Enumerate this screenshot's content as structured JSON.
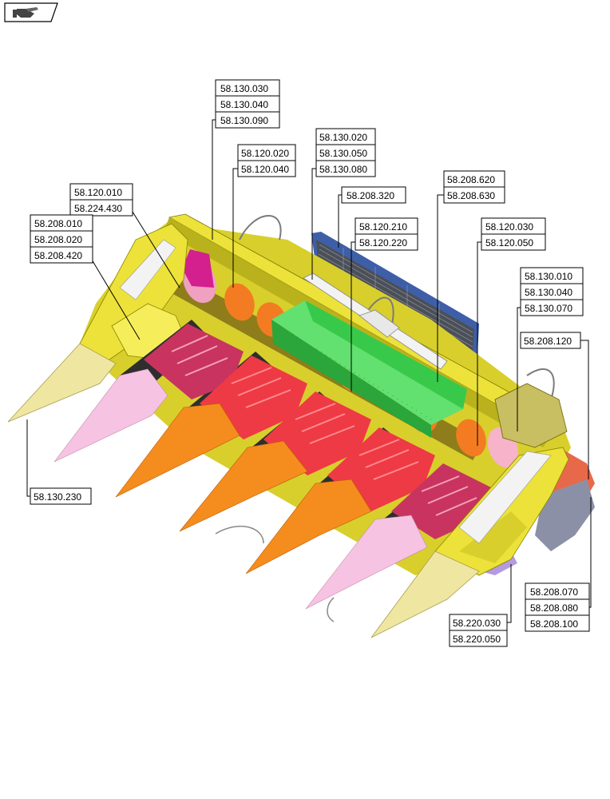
{
  "toolbar": {
    "nav_icon": "hand-pointer-icon"
  },
  "callouts": [
    {
      "id": "c1",
      "codes": [
        "58.130.030",
        "58.130.040",
        "58.130.090"
      ]
    },
    {
      "id": "c2",
      "codes": [
        "58.120.020",
        "58.120.040"
      ]
    },
    {
      "id": "c3",
      "codes": [
        "58.130.020",
        "58.130.050",
        "58.130.080"
      ]
    },
    {
      "id": "c4",
      "codes": [
        "58.208.320"
      ]
    },
    {
      "id": "c5",
      "codes": [
        "58.208.620",
        "58.208.630"
      ]
    },
    {
      "id": "c6",
      "codes": [
        "58.120.010",
        "58.224.430"
      ]
    },
    {
      "id": "c7",
      "codes": [
        "58.208.010",
        "58.208.020",
        "58.208.420"
      ]
    },
    {
      "id": "c8",
      "codes": [
        "58.120.210",
        "58.120.220"
      ]
    },
    {
      "id": "c9",
      "codes": [
        "58.120.030",
        "58.120.050"
      ]
    },
    {
      "id": "c10",
      "codes": [
        "58.130.010",
        "58.130.040",
        "58.130.070"
      ]
    },
    {
      "id": "c11",
      "codes": [
        "58.208.120"
      ]
    },
    {
      "id": "c12",
      "codes": [
        "58.130.230"
      ]
    },
    {
      "id": "c13",
      "codes": [
        "58.208.070",
        "58.208.080",
        "58.208.100"
      ]
    },
    {
      "id": "c14",
      "codes": [
        "58.220.030",
        "58.220.050"
      ]
    }
  ],
  "colors": {
    "frame_yellow": "#ece23a",
    "frame_shade": "#b9b21c",
    "snout_cream": "#efe6a2",
    "snout_pink": "#f6c3e2",
    "snout_orange": "#f58c1e",
    "row_red": "#ee3a44",
    "row_crimson": "#c8345f",
    "auger_orange": "#f37c22",
    "cover_green": "#38c94a",
    "screen_blue": "#3e5fa8",
    "gearbox_grey": "#8c90a6",
    "drive_salmon": "#e8694a",
    "magenta": "#d41f8e"
  }
}
